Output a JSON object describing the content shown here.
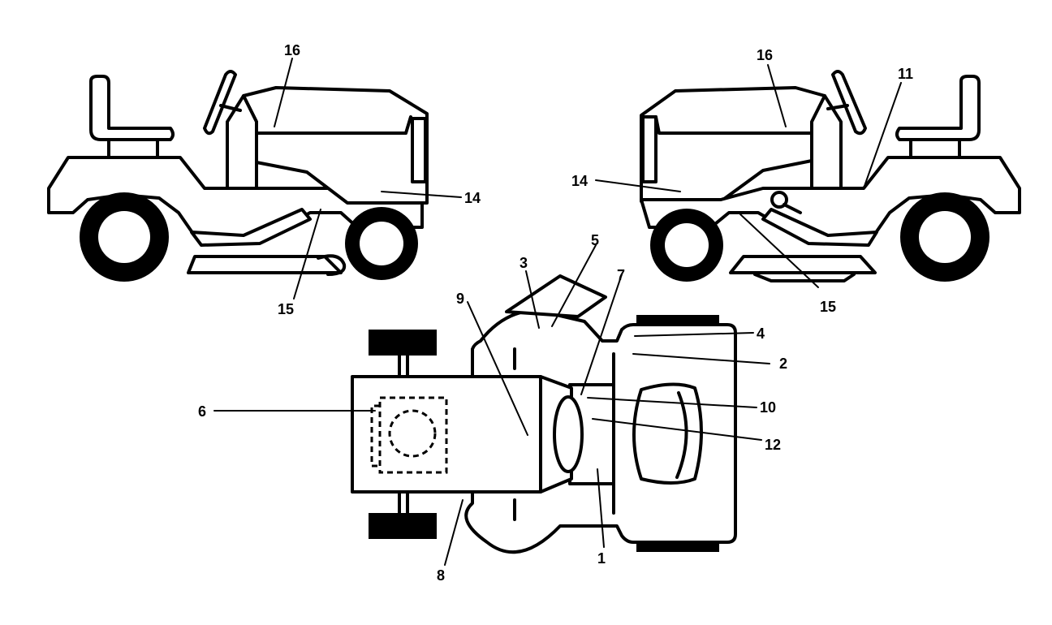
{
  "diagram": {
    "callouts": {
      "c1": "1",
      "c2": "2",
      "c3": "3",
      "c4": "4",
      "c5": "5",
      "c6": "6",
      "c7": "7",
      "c8": "8",
      "c9": "9",
      "c10": "10",
      "c11": "11",
      "c12": "12",
      "c14_left": "14",
      "c14_right": "14",
      "c15_left": "15",
      "c15_right": "15",
      "c16_left": "16",
      "c16_right": "16"
    },
    "colors": {
      "line": "#000000",
      "background": "#ffffff"
    },
    "views": [
      "left-side-view",
      "right-side-view",
      "top-view"
    ]
  }
}
